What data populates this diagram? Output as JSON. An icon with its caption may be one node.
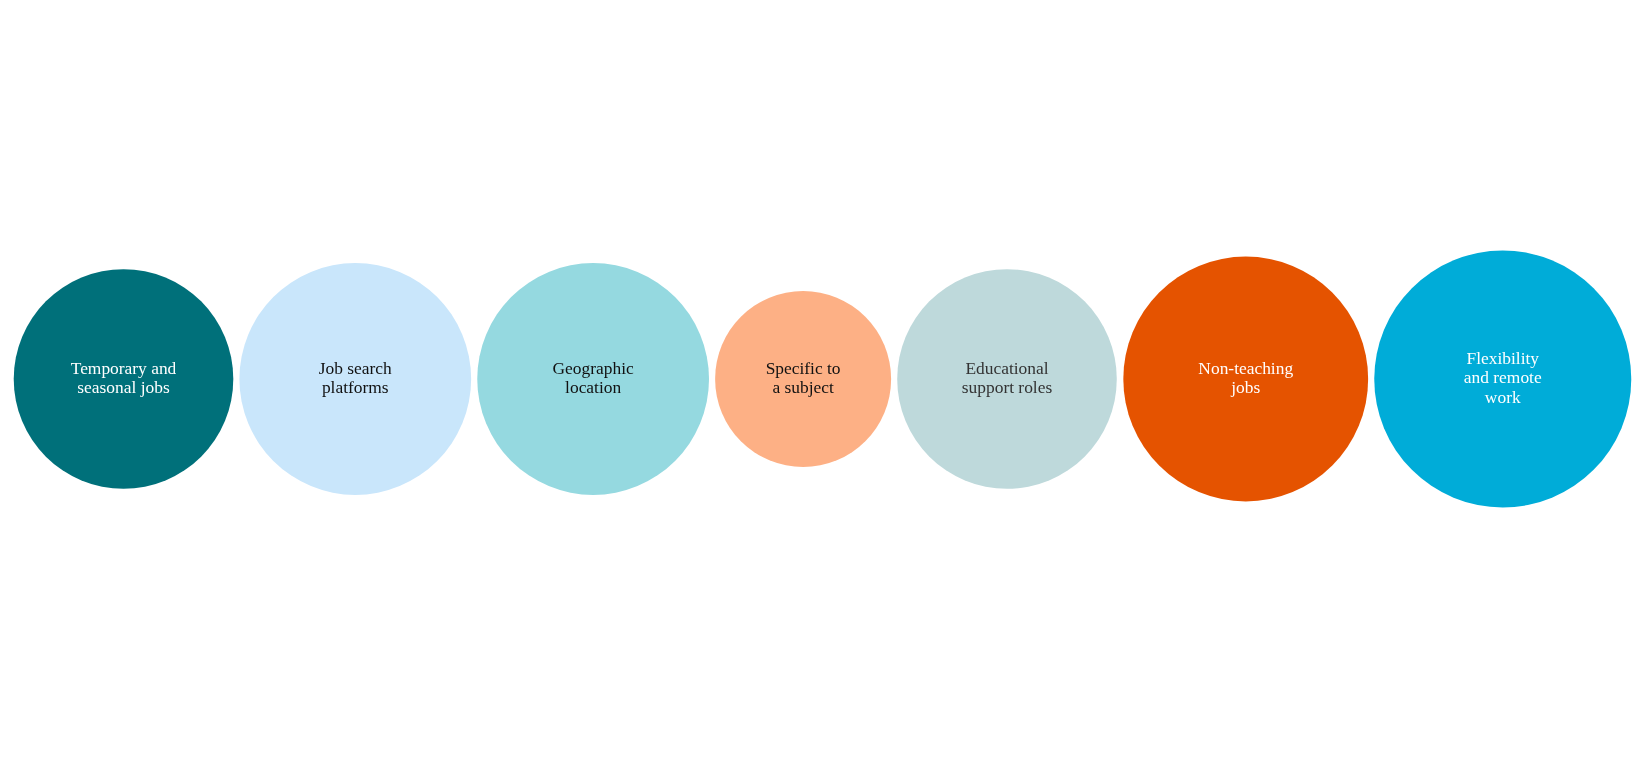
{
  "diagram": {
    "nodes": [
      {
        "text": [
          "Temporary and seasonal jobs"
        ]
      },
      {
        "text": [
          "Job search platforms"
        ]
      },
      {
        "text": [
          "Geographic location"
        ]
      },
      {
        "text": [
          "Specific to a subject"
        ]
      },
      {
        "text": [
          "Educational support roles"
        ]
      },
      {
        "text": [
          "Non-teaching jobs"
        ]
      },
      {
        "text": [
          "Flexibility and remote work"
        ]
      }
    ]
  }
}
